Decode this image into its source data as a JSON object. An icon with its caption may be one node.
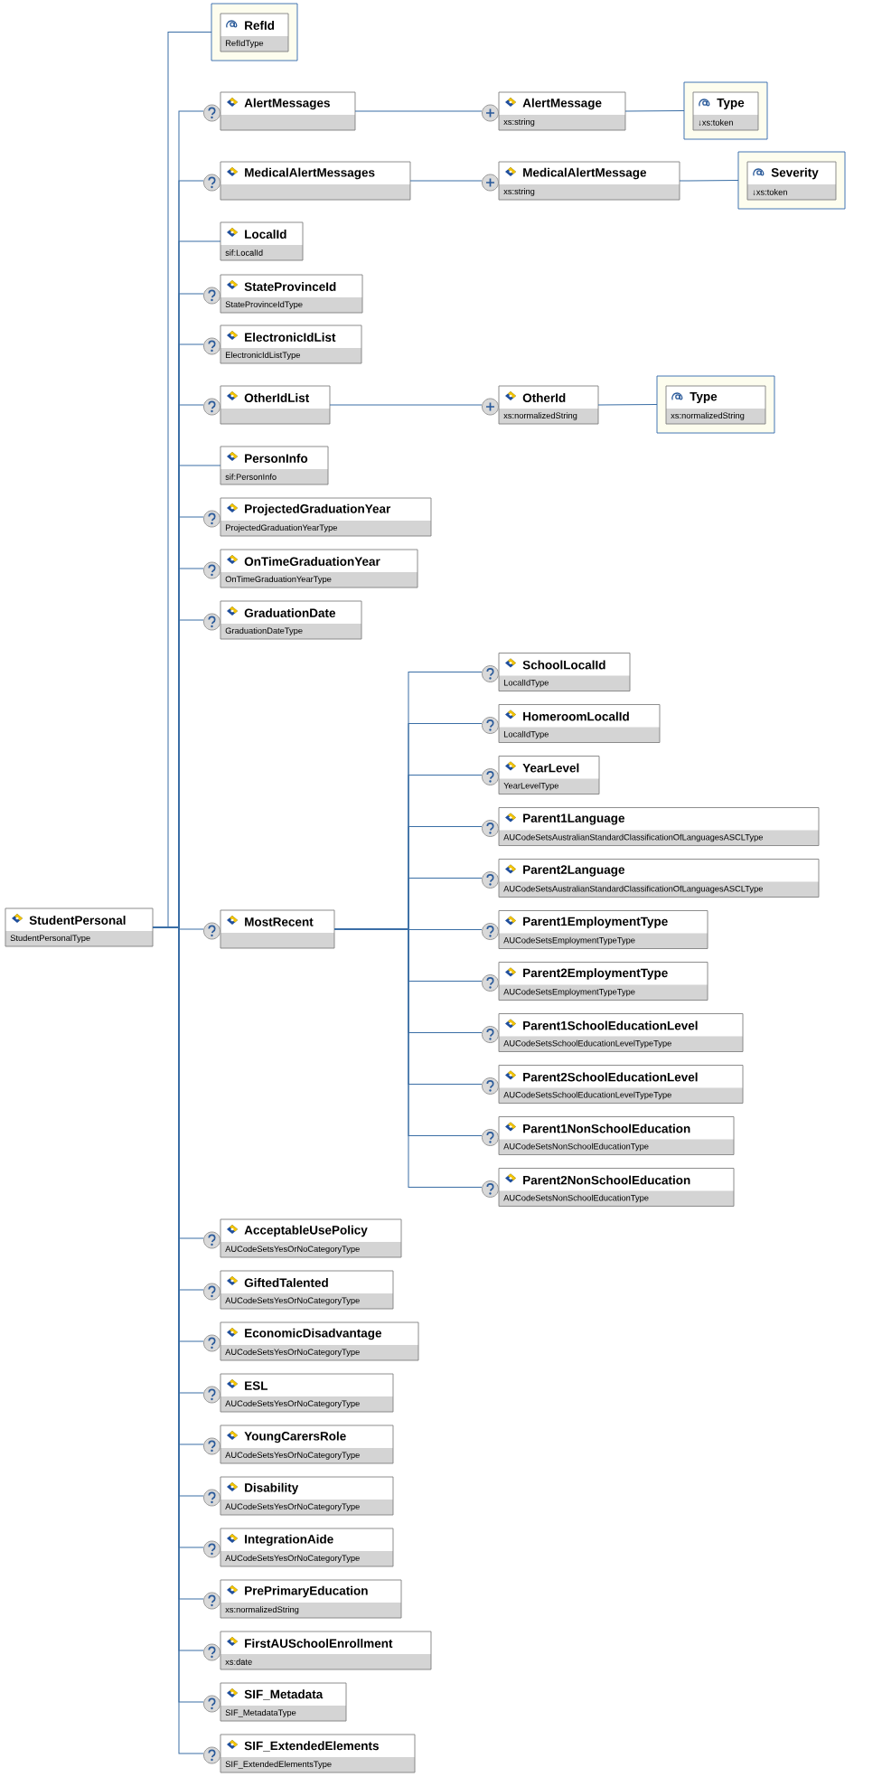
{
  "diagram": {
    "nodes": [
      {
        "text": [
          "StudentPersonal",
          "StudentPersonalType"
        ]
      },
      {
        "text": [
          "RefId",
          "RefIdType"
        ]
      },
      {
        "text": [
          "AlertMessages"
        ]
      },
      {
        "text": [
          "AlertMessage",
          "xs:string"
        ]
      },
      {
        "text": [
          "Type",
          "↓xs:token"
        ]
      },
      {
        "text": [
          "MedicalAlertMessages"
        ]
      },
      {
        "text": [
          "MedicalAlertMessage",
          "xs:string"
        ]
      },
      {
        "text": [
          "Severity",
          "↓xs:token"
        ]
      },
      {
        "text": [
          "LocalId",
          "sif:LocalId"
        ]
      },
      {
        "text": [
          "StateProvinceId",
          "StateProvinceIdType"
        ]
      },
      {
        "text": [
          "ElectronicIdList",
          "ElectronicIdListType"
        ]
      },
      {
        "text": [
          "OtherIdList"
        ]
      },
      {
        "text": [
          "OtherId",
          "xs:normalizedString"
        ]
      },
      {
        "text": [
          "Type",
          "xs:normalizedString"
        ]
      },
      {
        "text": [
          "PersonInfo",
          "sif:PersonInfo"
        ]
      },
      {
        "text": [
          "ProjectedGraduationYear",
          "ProjectedGraduationYearType"
        ]
      },
      {
        "text": [
          "OnTimeGraduationYear",
          "OnTimeGraduationYearType"
        ]
      },
      {
        "text": [
          "GraduationDate",
          "GraduationDateType"
        ]
      },
      {
        "text": [
          "MostRecent"
        ]
      },
      {
        "text": [
          "SchoolLocalId",
          "LocalIdType"
        ]
      },
      {
        "text": [
          "HomeroomLocalId",
          "LocalIdType"
        ]
      },
      {
        "text": [
          "YearLevel",
          "YearLevelType"
        ]
      },
      {
        "text": [
          "Parent1Language",
          "AUCodeSetsAustralianStandardClassificationOfLanguagesASCLType"
        ]
      },
      {
        "text": [
          "Parent2Language",
          "AUCodeSetsAustralianStandardClassificationOfLanguagesASCLType"
        ]
      },
      {
        "text": [
          "Parent1EmploymentType",
          "AUCodeSetsEmploymentTypeType"
        ]
      },
      {
        "text": [
          "Parent2EmploymentType",
          "AUCodeSetsEmploymentTypeType"
        ]
      },
      {
        "text": [
          "Parent1SchoolEducationLevel",
          "AUCodeSetsSchoolEducationLevelTypeType"
        ]
      },
      {
        "text": [
          "Parent2SchoolEducationLevel",
          "AUCodeSetsSchoolEducationLevelTypeType"
        ]
      },
      {
        "text": [
          "Parent1NonSchoolEducation",
          "AUCodeSetsNonSchoolEducationType"
        ]
      },
      {
        "text": [
          "Parent2NonSchoolEducation",
          "AUCodeSetsNonSchoolEducationType"
        ]
      },
      {
        "text": [
          "AcceptableUsePolicy",
          "AUCodeSetsYesOrNoCategoryType"
        ]
      },
      {
        "text": [
          "GiftedTalented",
          "AUCodeSetsYesOrNoCategoryType"
        ]
      },
      {
        "text": [
          "EconomicDisadvantage",
          "AUCodeSetsYesOrNoCategoryType"
        ]
      },
      {
        "text": [
          "ESL",
          "AUCodeSetsYesOrNoCategoryType"
        ]
      },
      {
        "text": [
          "YoungCarersRole",
          "AUCodeSetsYesOrNoCategoryType"
        ]
      },
      {
        "text": [
          "Disability",
          "AUCodeSetsYesOrNoCategoryType"
        ]
      },
      {
        "text": [
          "IntegrationAide",
          "AUCodeSetsYesOrNoCategoryType"
        ]
      },
      {
        "text": [
          "PrePrimaryEducation",
          "xs:normalizedString"
        ]
      },
      {
        "text": [
          "FirstAUSchoolEnrollment",
          "xs:date"
        ]
      },
      {
        "text": [
          "SIF_Metadata",
          "SIF_MetadataType"
        ]
      },
      {
        "text": [
          "SIF_ExtendedElements",
          "SIF_ExtendedElementsType"
        ]
      }
    ],
    "edges": [
      {
        "from": 0,
        "to": 1,
        "arrow": "none"
      },
      {
        "from": 0,
        "to": 2,
        "arrow": "none"
      },
      {
        "from": 2,
        "to": 3,
        "arrow": "none"
      },
      {
        "from": 3,
        "to": 4,
        "arrow": "none"
      },
      {
        "from": 0,
        "to": 5,
        "arrow": "none"
      },
      {
        "from": 5,
        "to": 6,
        "arrow": "none"
      },
      {
        "from": 6,
        "to": 7,
        "arrow": "none"
      },
      {
        "from": 0,
        "to": 8,
        "arrow": "none"
      },
      {
        "from": 0,
        "to": 9,
        "arrow": "none"
      },
      {
        "from": 0,
        "to": 10,
        "arrow": "none"
      },
      {
        "from": 0,
        "to": 11,
        "arrow": "none"
      },
      {
        "from": 11,
        "to": 12,
        "arrow": "none"
      },
      {
        "from": 12,
        "to": 13,
        "arrow": "none"
      },
      {
        "from": 0,
        "to": 14,
        "arrow": "none"
      },
      {
        "from": 0,
        "to": 15,
        "arrow": "none"
      },
      {
        "from": 0,
        "to": 16,
        "arrow": "none"
      },
      {
        "from": 0,
        "to": 17,
        "arrow": "none"
      },
      {
        "from": 0,
        "to": 18,
        "arrow": "none"
      },
      {
        "from": 18,
        "to": 19,
        "arrow": "none"
      },
      {
        "from": 18,
        "to": 20,
        "arrow": "none"
      },
      {
        "from": 18,
        "to": 21,
        "arrow": "none"
      },
      {
        "from": 18,
        "to": 22,
        "arrow": "none"
      },
      {
        "from": 18,
        "to": 23,
        "arrow": "none"
      },
      {
        "from": 18,
        "to": 24,
        "arrow": "none"
      },
      {
        "from": 18,
        "to": 25,
        "arrow": "none"
      },
      {
        "from": 18,
        "to": 26,
        "arrow": "none"
      },
      {
        "from": 18,
        "to": 27,
        "arrow": "none"
      },
      {
        "from": 18,
        "to": 28,
        "arrow": "none"
      },
      {
        "from": 18,
        "to": 29,
        "arrow": "none"
      },
      {
        "from": 0,
        "to": 30,
        "arrow": "none"
      },
      {
        "from": 0,
        "to": 31,
        "arrow": "none"
      },
      {
        "from": 0,
        "to": 32,
        "arrow": "none"
      },
      {
        "from": 0,
        "to": 33,
        "arrow": "none"
      },
      {
        "from": 0,
        "to": 34,
        "arrow": "none"
      },
      {
        "from": 0,
        "to": 35,
        "arrow": "none"
      },
      {
        "from": 0,
        "to": 36,
        "arrow": "none"
      },
      {
        "from": 0,
        "to": 37,
        "arrow": "none"
      },
      {
        "from": 0,
        "to": 38,
        "arrow": "none"
      },
      {
        "from": 0,
        "to": 39,
        "arrow": "none"
      },
      {
        "from": 0,
        "to": 40,
        "arrow": "none"
      }
    ]
  }
}
